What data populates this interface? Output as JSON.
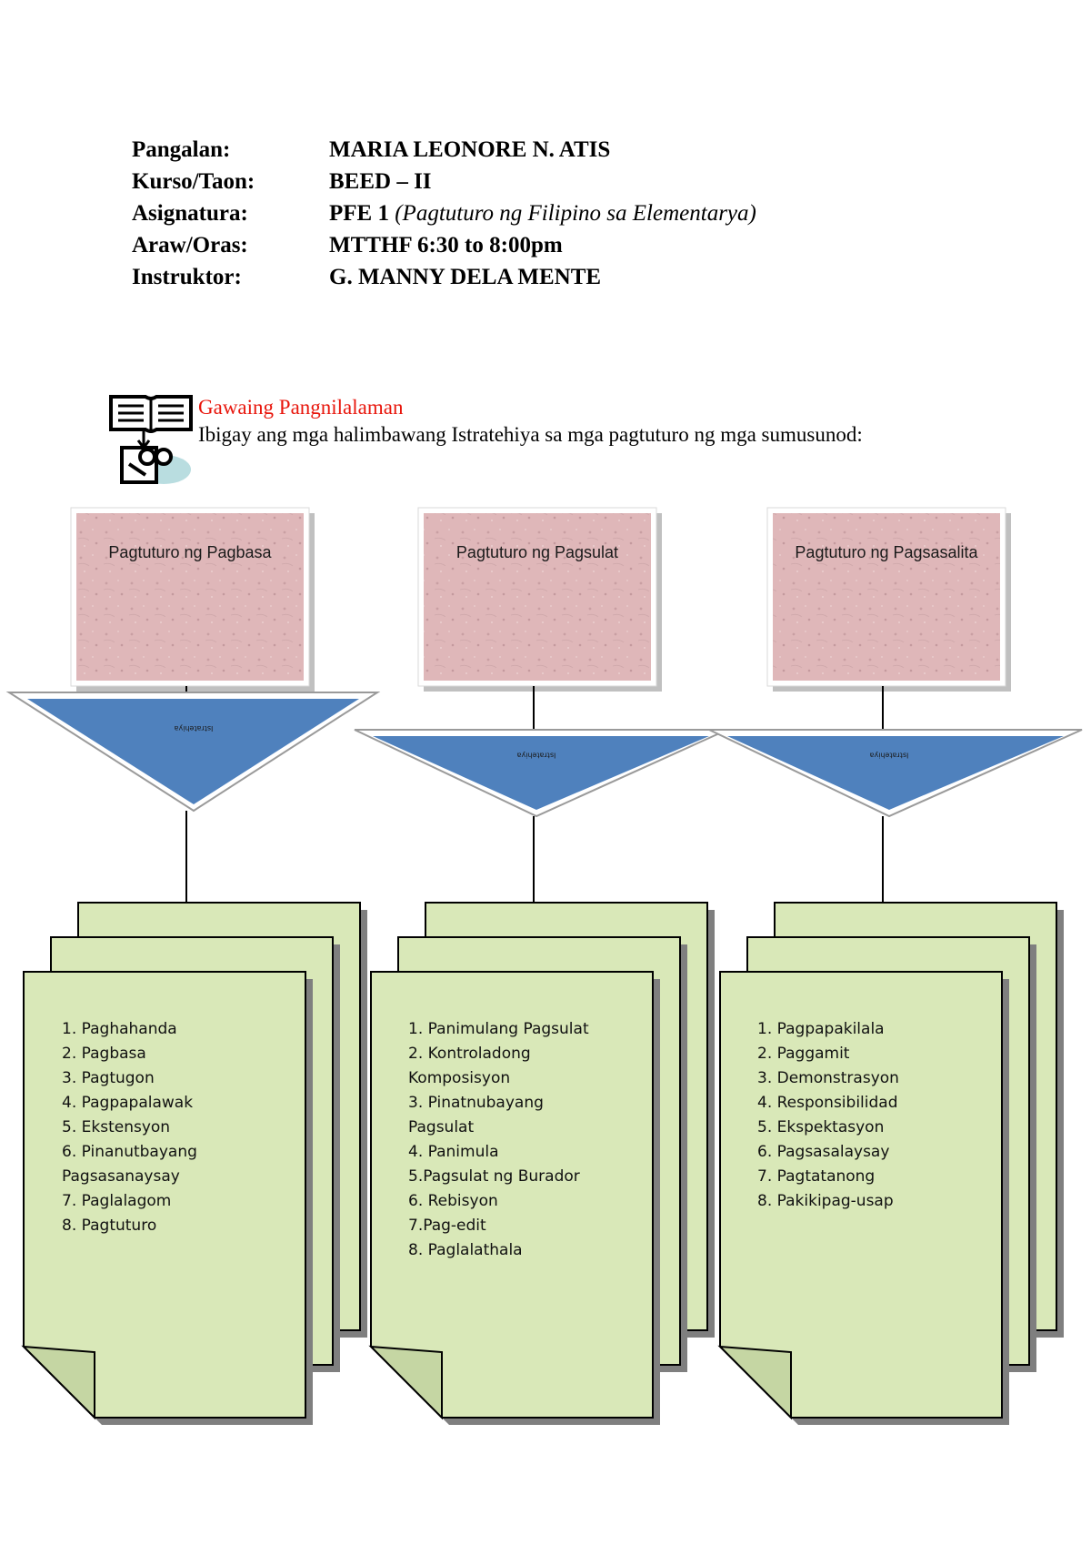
{
  "header": {
    "rows": [
      {
        "label": "Pangalan:",
        "value": "MARIA LEONORE N. ATIS"
      },
      {
        "label": "Kurso/Taon:",
        "value": "BEED – II"
      },
      {
        "label": "Asignatura:",
        "value": "PFE 1",
        "value_note": "(Pagtuturo ng Filipino sa Elementarya)"
      },
      {
        "label": "Araw/Oras:",
        "value": "MTTHF 6:30 to 8:00pm"
      },
      {
        "label": "Instruktor:",
        "value": "G. MANNY DELA MENTE"
      }
    ]
  },
  "task": {
    "icon": "book-and-scroll-icon",
    "title": "Gawaing Pangnilalaman",
    "instruction": "Ibigay ang mga halimbawang Istratehiya sa mga pagtuturo ng mga sumusunod:"
  },
  "diagram": {
    "colors": {
      "box": "#dfb7b9",
      "triangle": "#4f81bd",
      "page": "#d9e8b8"
    },
    "columns": [
      {
        "title": "Pagtuturo ng Pagbasa",
        "triangle_label": "Istratehiya",
        "items": [
          "1. Paghahanda",
          "2. Pagbasa",
          "3. Pagtugon",
          "4. Pagpapalawak",
          "5. Ekstensyon",
          "6. Pinanutbayang",
          "Pagsasanaysay",
          "7. Paglalagom",
          "8. Pagtuturo"
        ]
      },
      {
        "title": "Pagtuturo ng Pagsulat",
        "triangle_label": "Istratehiya",
        "items": [
          "1. Panimulang Pagsulat",
          "2. Kontroladong",
          "Komposisyon",
          "3. Pinatnubayang",
          "Pagsulat",
          "4. Panimula",
          "5.Pagsulat ng Burador",
          "6. Rebisyon",
          "7.Pag-edit",
          "8. Paglalathala"
        ]
      },
      {
        "title": "Pagtuturo ng Pagsasalita",
        "triangle_label": "Istratehiya",
        "items": [
          "1. Pagpapakilala",
          "2. Paggamit",
          "3. Demonstrasyon",
          "4. Responsibilidad",
          "5. Ekspektasyon",
          "6. Pagsasalaysay",
          "7. Pagtatanong",
          "8. Pakikipag-usap"
        ]
      }
    ]
  }
}
